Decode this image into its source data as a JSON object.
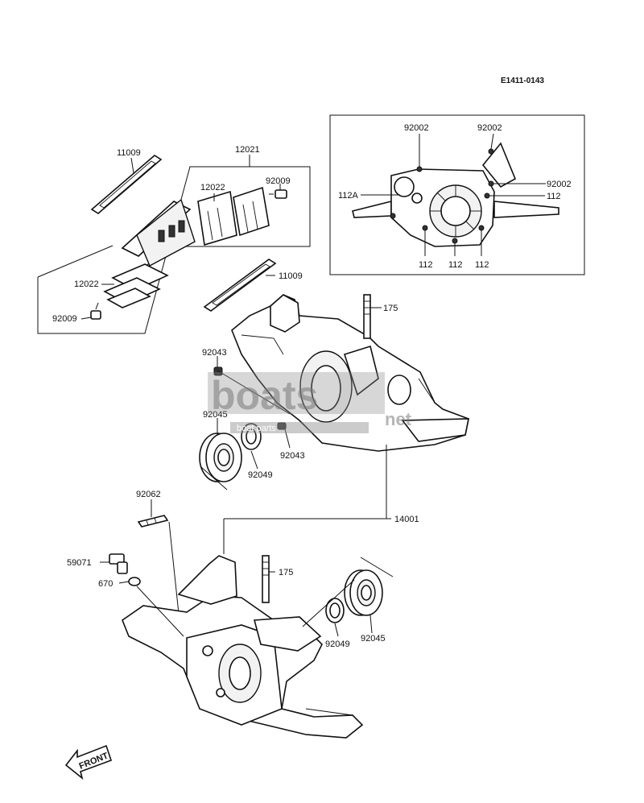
{
  "diagram_code": "E1411-0143",
  "labels": {
    "l11009a": "11009",
    "l12021": "12021",
    "l12022a": "12022",
    "l92009a": "92009",
    "l12022b": "12022",
    "l92009b": "92009",
    "l11009b": "11009",
    "l92002a": "92002",
    "l92002b": "92002",
    "l92002c": "92002",
    "l112A": "112A",
    "l112a": "112",
    "l112b": "112",
    "l112c": "112",
    "l112d": "112",
    "l175a": "175",
    "l92043a": "92043",
    "l92045a": "92045",
    "l92043b": "92043",
    "l92049a": "92049",
    "l92062": "92062",
    "l14001": "14001",
    "l59071": "59071",
    "l670": "670",
    "l175b": "175",
    "l92049b": "92049",
    "l92045b": "92045"
  },
  "front_label": "FRONT",
  "watermark": {
    "brand": "boats",
    "suffix": "net",
    "tagline": "boat parts"
  }
}
